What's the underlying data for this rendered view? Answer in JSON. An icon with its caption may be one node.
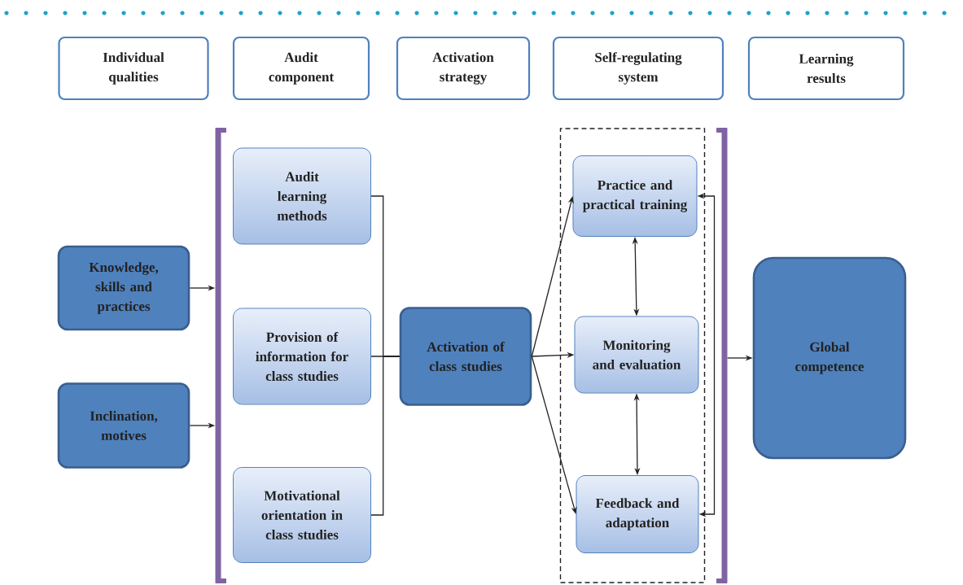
{
  "diagram": {
    "nodes": [
      {
        "text": [
          "Individual qualities"
        ]
      },
      {
        "text": [
          "Audit component"
        ]
      },
      {
        "text": [
          "Activation strategy"
        ]
      },
      {
        "text": [
          "Self-regulating system"
        ]
      },
      {
        "text": [
          "Learning results"
        ]
      },
      {
        "text": [
          "Knowledge, skills and practices"
        ]
      },
      {
        "text": [
          "Inclination, motives"
        ]
      },
      {
        "text": [],
        "shape": "bar"
      },
      {
        "text": [
          "Audit learning methods"
        ]
      },
      {
        "text": [
          "Provision of information for class studies"
        ]
      },
      {
        "text": [
          "Motivational orientation in class studies"
        ]
      },
      {
        "text": [
          "Activation of class studies"
        ]
      },
      {
        "text": [],
        "shape": "box"
      },
      {
        "text": [
          "Practice and practical training"
        ],
        "in": 12
      },
      {
        "text": [
          "Monitoring and evaluation"
        ],
        "in": 12
      },
      {
        "text": [
          "Feedback and adaptation"
        ],
        "in": 12
      },
      {
        "text": [],
        "shape": "bar"
      },
      {
        "text": [
          "Global competence"
        ]
      }
    ],
    "edges": [
      {
        "from": 5,
        "to": 7,
        "arrow": "to"
      },
      {
        "from": 6,
        "to": 7,
        "arrow": "to"
      },
      {
        "from": 8,
        "to": 11,
        "arrow": "none"
      },
      {
        "from": 9,
        "to": 11,
        "arrow": "none"
      },
      {
        "from": 10,
        "to": 11,
        "arrow": "none"
      },
      {
        "from": 11,
        "to": 13,
        "arrow": "to"
      },
      {
        "from": 11,
        "to": 14,
        "arrow": "to"
      },
      {
        "from": 11,
        "to": 15,
        "arrow": "to"
      },
      {
        "from": 13,
        "to": 14,
        "arrow": "both"
      },
      {
        "from": 14,
        "to": 15,
        "arrow": "both"
      },
      {
        "from": 15,
        "to": 13,
        "arrow": "both"
      },
      {
        "from": 16,
        "to": 17,
        "arrow": "to"
      }
    ]
  }
}
